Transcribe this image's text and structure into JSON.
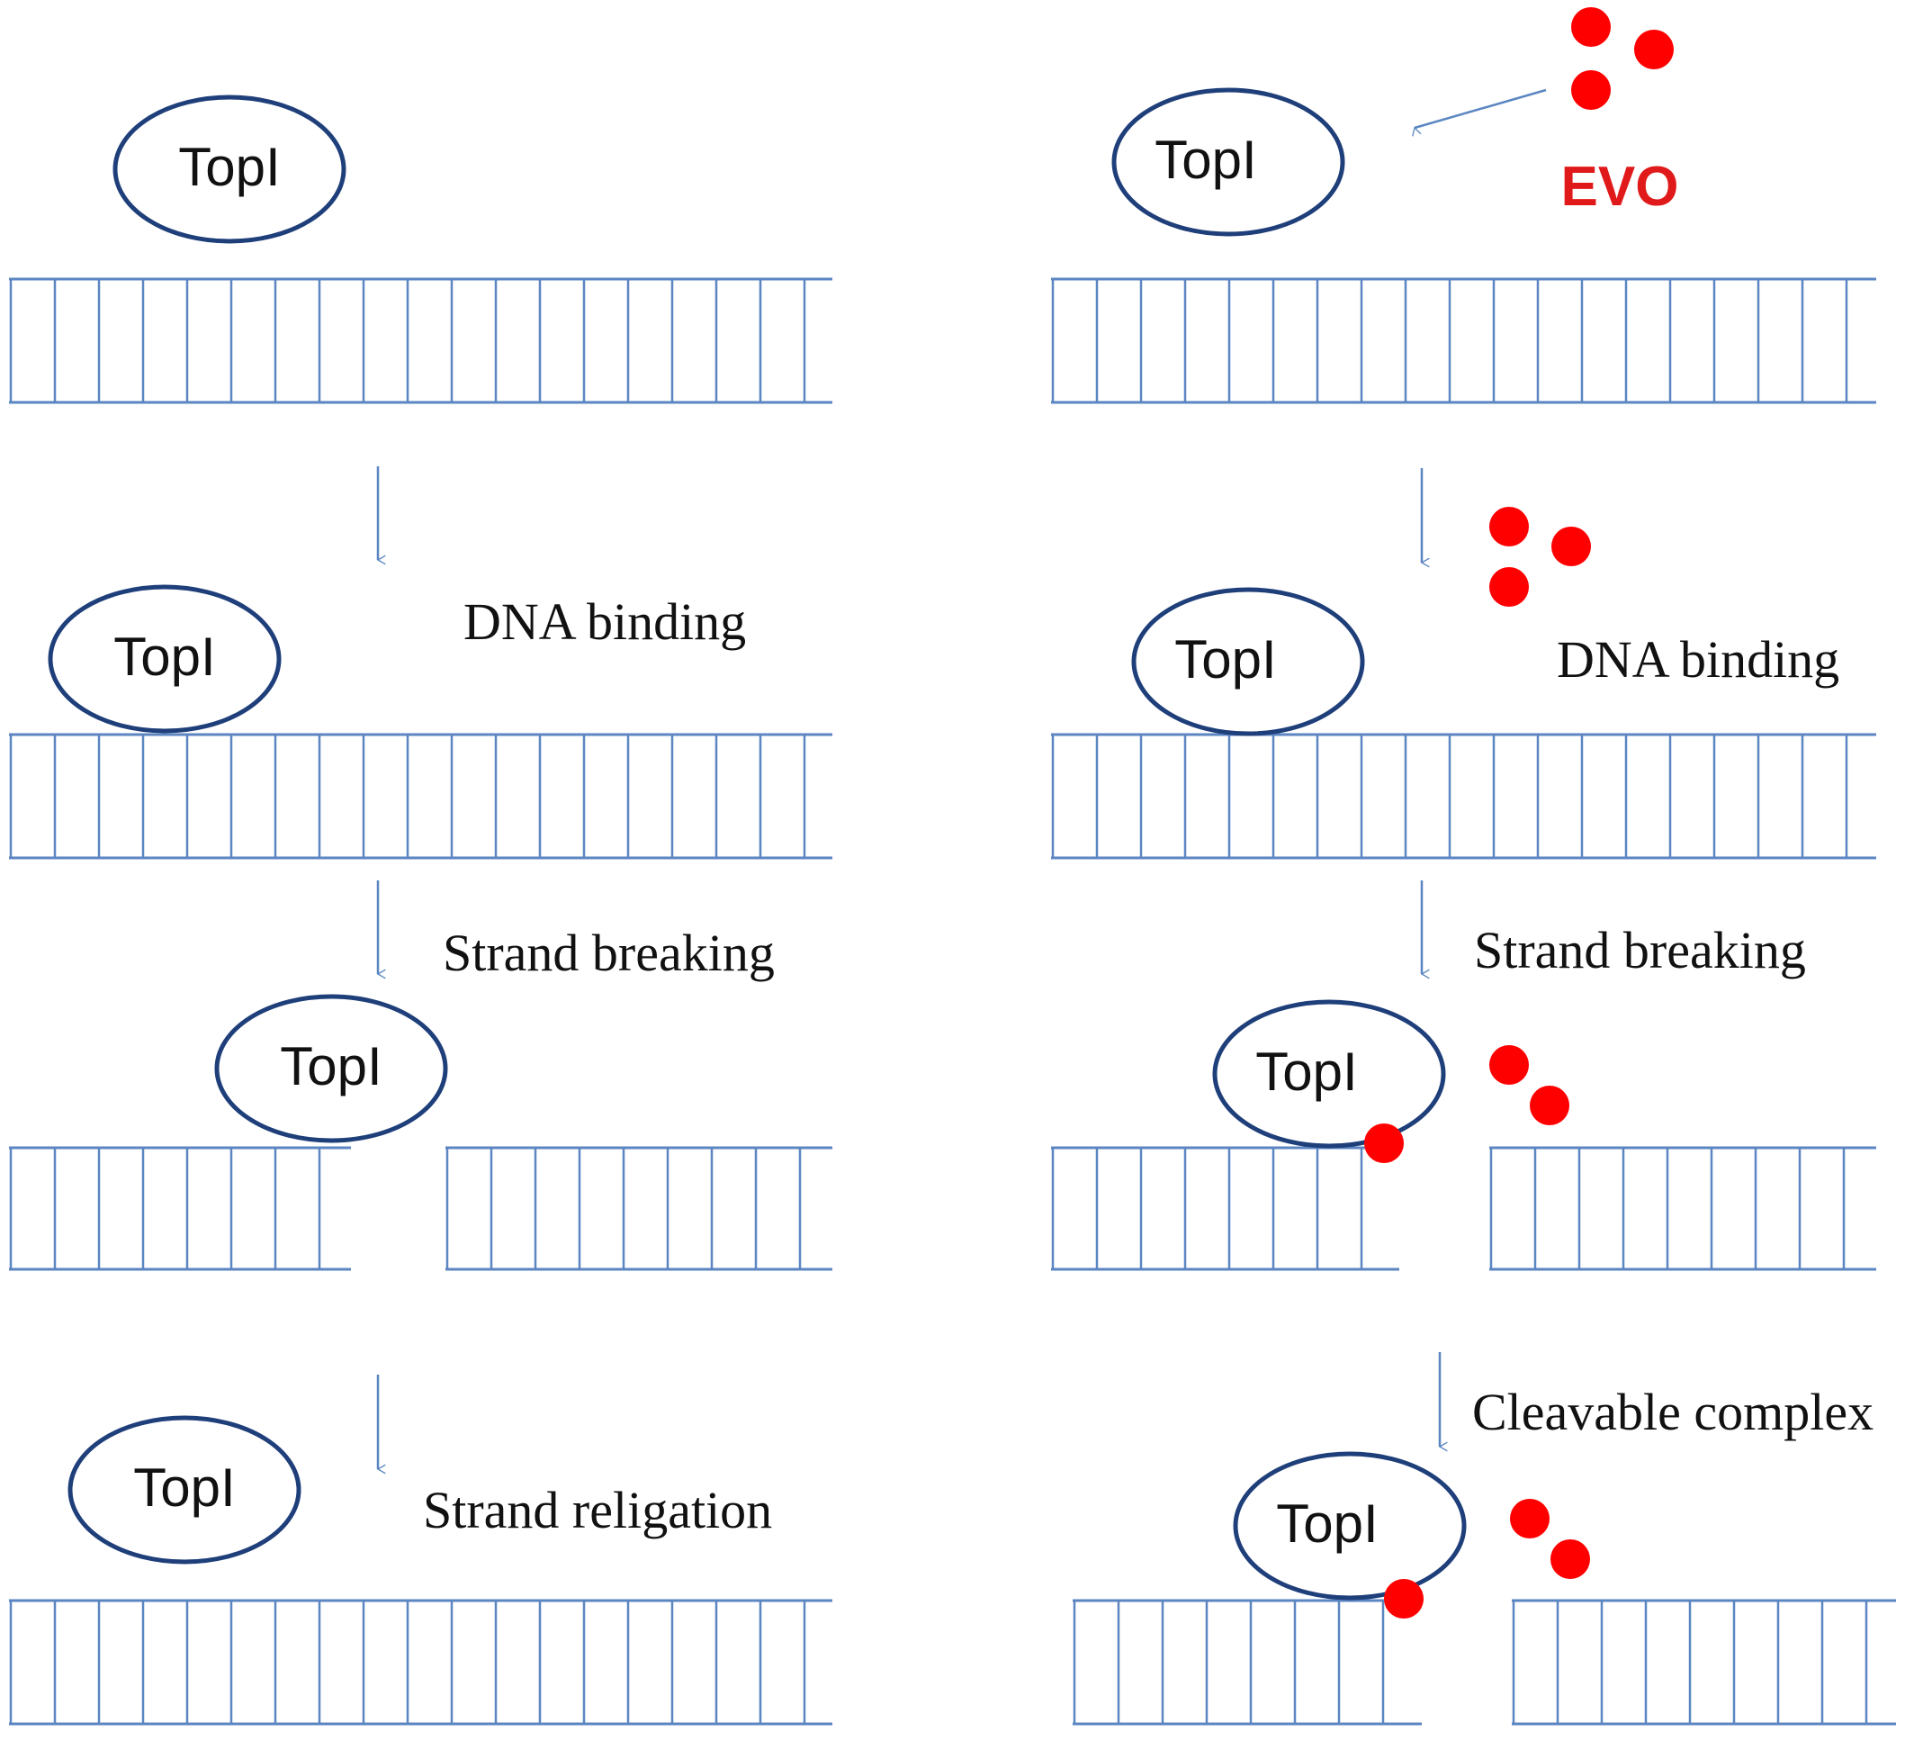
{
  "enzyme_label": "TopI",
  "drug_label": "EVO",
  "colors": {
    "dna": "#5b86c2",
    "arrow": "#5b86c2",
    "enzyme_outline": "#1f3f7a",
    "drug": "#ff0000",
    "text": "#111111"
  },
  "left_panel": {
    "steps": [
      {
        "label": "DNA binding"
      },
      {
        "label": "Strand breaking"
      },
      {
        "label": "Strand religation"
      }
    ]
  },
  "right_panel": {
    "steps": [
      {
        "label": "DNA binding"
      },
      {
        "label": "Strand breaking"
      },
      {
        "label": "Cleavable complex"
      }
    ]
  }
}
